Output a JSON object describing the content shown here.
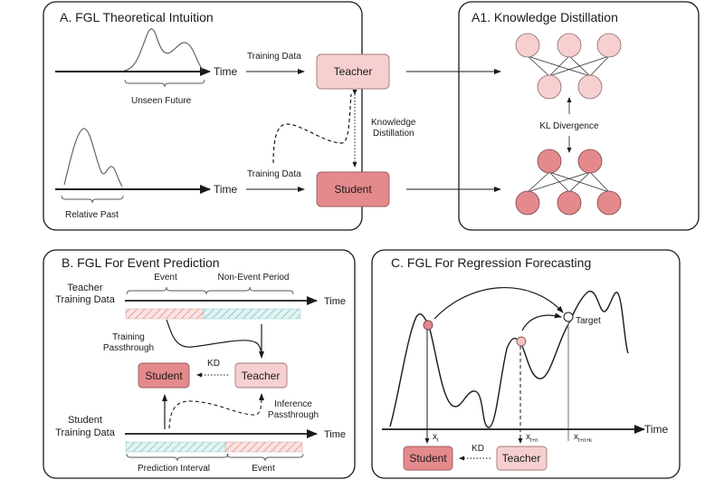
{
  "colors": {
    "teacher": "#f6d0d0",
    "teacher_stroke": "#b07d7d",
    "student": "#e48a8d",
    "student_stroke": "#9d5a5c",
    "event_hatch": "#e8a5a2",
    "event_bg": "#fbe3e1",
    "nonevent_hatch": "#8fcfcf",
    "nonevent_bg": "#e2f3f2",
    "line": "#1a1a1a",
    "curve": "#555555"
  },
  "panel_a": {
    "title": "A. FGL Theoretical Intuition",
    "time_top": "Time",
    "time_bottom": "Time",
    "unseen_future": "Unseen Future",
    "relative_past": "Relative Past",
    "training_data_top": "Training Data",
    "training_data_bottom": "Training Data",
    "teacher": "Teacher",
    "student": "Student",
    "kd_line1": "Knowledge",
    "kd_line2": "Distillation"
  },
  "panel_a1": {
    "title": "A1. Knowledge Distillation",
    "kl": "KL Divergence"
  },
  "panel_b": {
    "title": "B. FGL For Event Prediction",
    "teacher_data_line1": "Teacher",
    "teacher_data_line2": "Training Data",
    "student_data_line1": "Student",
    "student_data_line2": "Training Data",
    "event_top": "Event",
    "nonevent_top": "Non-Event Period",
    "time_top": "Time",
    "time_bottom": "Time",
    "training_pass_line1": "Training",
    "training_pass_line2": "Passthrough",
    "inference_pass_line1": "Inference",
    "inference_pass_line2": "Passthrough",
    "kd": "KD",
    "student": "Student",
    "teacher": "Teacher",
    "prediction_interval": "Prediction Interval",
    "event_bottom": "Event"
  },
  "panel_c": {
    "title": "C. FGL For Regression Forecasting",
    "target": "Target",
    "time": "Time",
    "x_t_base": "x",
    "x_t_sub": "t",
    "x_tn_base": "x",
    "x_tn_sub": "t+n",
    "x_tnk_base": "x",
    "x_tnk_sub": "t+n+k",
    "kd": "KD",
    "student": "Student",
    "teacher": "Teacher"
  }
}
